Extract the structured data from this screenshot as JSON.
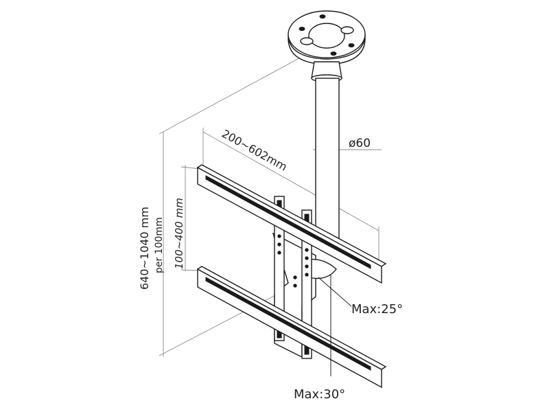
{
  "labels": {
    "tube_diameter": "ø60",
    "horizontal_span": "200~602mm",
    "vertical_span": "100~400 mm",
    "height_range": "640~1040 mm",
    "height_step": "per 100mm",
    "tilt_angle": "Max:25°",
    "swivel_angle": "Max:30°"
  },
  "colors": {
    "line": "#1a1a1a",
    "dimension": "#8a8a8a",
    "text": "#222222",
    "background": "#ffffff"
  }
}
